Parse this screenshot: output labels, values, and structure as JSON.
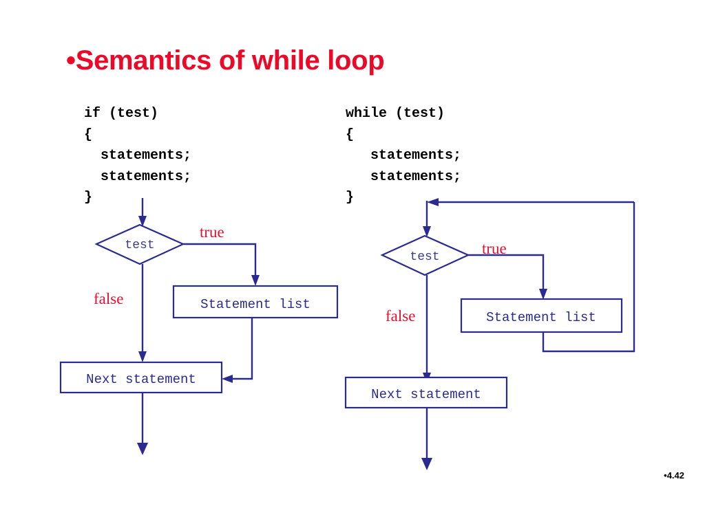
{
  "slide": {
    "title": "•Semantics of while loop",
    "page_number": "•4.42",
    "background_color": "#ffffff",
    "title_color": "#ec0928",
    "flow_color": "#2b2b8f",
    "branch_label_color": "#e01030"
  },
  "code_blocks": {
    "if_block": "if (test)\n{\n  statements;\n  statements;\n}",
    "while_block": "while (test)\n{\n   statements;\n   statements;\n}"
  },
  "flowcharts": [
    {
      "id": "if-flowchart",
      "decision_label": "test",
      "true_label": "true",
      "false_label": "false",
      "body_box_label": "Statement list",
      "exit_box_label": "Next statement"
    },
    {
      "id": "while-flowchart",
      "decision_label": "test",
      "true_label": "true",
      "false_label": "false",
      "body_box_label": "Statement list",
      "exit_box_label": "Next statement"
    }
  ]
}
